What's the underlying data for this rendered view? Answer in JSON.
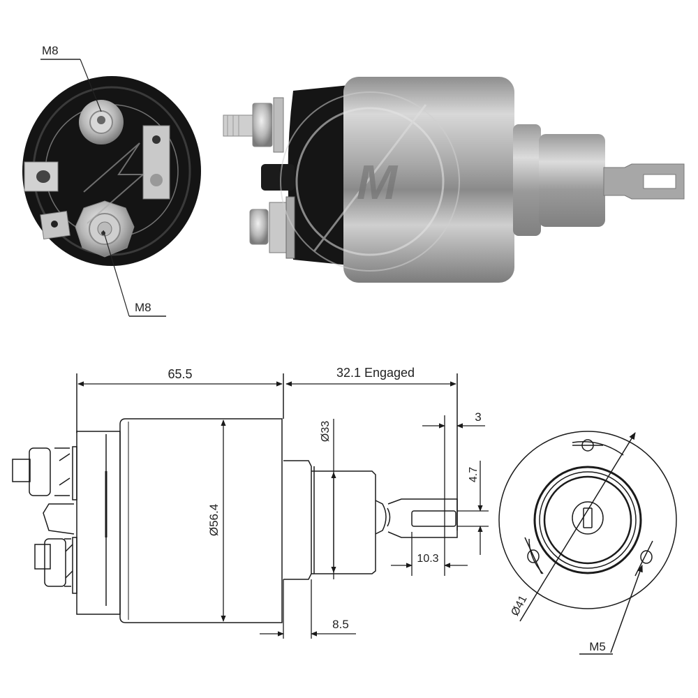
{
  "product": {
    "type": "starter-solenoid",
    "watermark_letter": "M"
  },
  "photo_end_view": {
    "terminal_top_label": "M8",
    "terminal_bottom_label": "M8"
  },
  "dimensions": {
    "body_length": "65.5",
    "engaged_stroke": "32.1 Engaged",
    "body_diameter": "Ø56.4",
    "nose_diameter": "Ø33",
    "flange_offset": "8.5",
    "tab_thickness": "3",
    "tab_slot_width": "4.7",
    "tab_slot_length": "10.3",
    "bolt_circle": "Ø41",
    "mount_thread": "M5"
  },
  "colors": {
    "line": "#1a1a1a",
    "body_metal": "#b5b5b5",
    "cap_black": "#141414",
    "background": "#ffffff"
  }
}
